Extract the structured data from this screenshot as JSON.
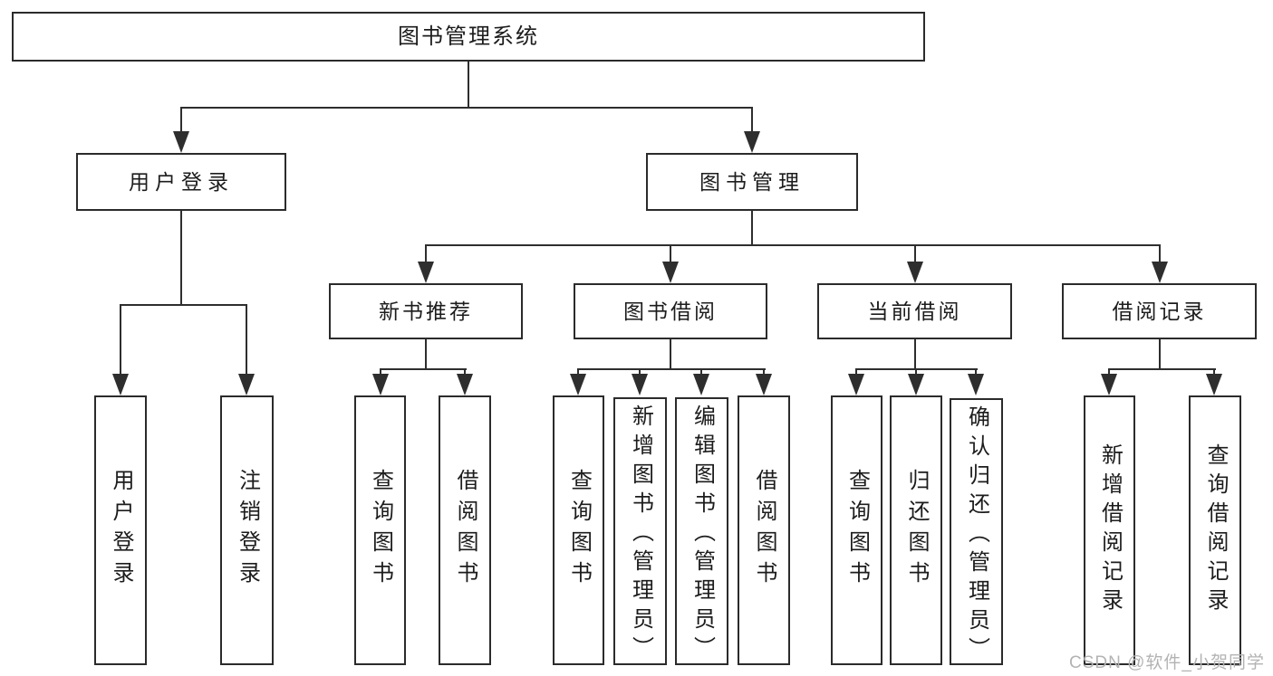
{
  "diagram": {
    "tree": {
      "label": "图书管理系统",
      "children": [
        {
          "label": "用户登录",
          "children": [
            {
              "label": "用户登录"
            },
            {
              "label": "注销登录"
            }
          ]
        },
        {
          "label": "图书管理",
          "children": [
            {
              "label": "新书推荐",
              "children": [
                {
                  "label": "查询图书"
                },
                {
                  "label": "借阅图书"
                }
              ]
            },
            {
              "label": "图书借阅",
              "children": [
                {
                  "label": "查询图书"
                },
                {
                  "label": "新增图书（管理员）"
                },
                {
                  "label": "编辑图书（管理员）"
                },
                {
                  "label": "借阅图书"
                }
              ]
            },
            {
              "label": "当前借阅",
              "children": [
                {
                  "label": "查询图书"
                },
                {
                  "label": "归还图书"
                },
                {
                  "label": "确认归还（管理员）"
                }
              ]
            },
            {
              "label": "借阅记录",
              "children": [
                {
                  "label": "新增借阅记录"
                },
                {
                  "label": "查询借阅记录"
                }
              ]
            }
          ]
        }
      ]
    }
  },
  "watermark": {
    "text": "CSDN @软件_小贺同学"
  },
  "colors": {
    "line": "#2e2e2e",
    "box_border": "#2b2b2b",
    "text": "#1c1c1c",
    "watermark": "#b3b3b3",
    "background": "#ffffff"
  }
}
